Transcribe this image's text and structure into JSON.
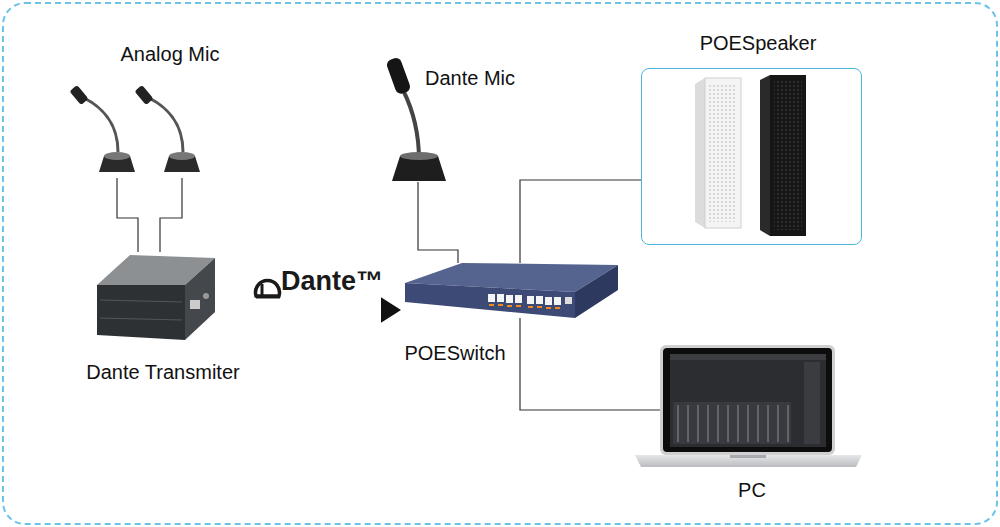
{
  "diagram": {
    "nodes": [
      {
        "text": [
          "Analog Mic"
        ]
      },
      {
        "text": [
          "Dante Transmiter"
        ]
      },
      {
        "text": [
          "Dante Mic"
        ]
      },
      {
        "text": [
          "POESwitch"
        ]
      },
      {
        "text": [
          "POESpeaker"
        ]
      },
      {
        "text": [
          "PC"
        ]
      }
    ],
    "edges": [
      {
        "from": 0,
        "to": 1,
        "arrow": "none"
      },
      {
        "from": 1,
        "to": 3,
        "arrow": "to",
        "label": "Dante™"
      },
      {
        "from": 2,
        "to": 3,
        "arrow": "none"
      },
      {
        "from": 3,
        "to": 4,
        "arrow": "none"
      },
      {
        "from": 3,
        "to": 5,
        "arrow": "none"
      }
    ]
  }
}
